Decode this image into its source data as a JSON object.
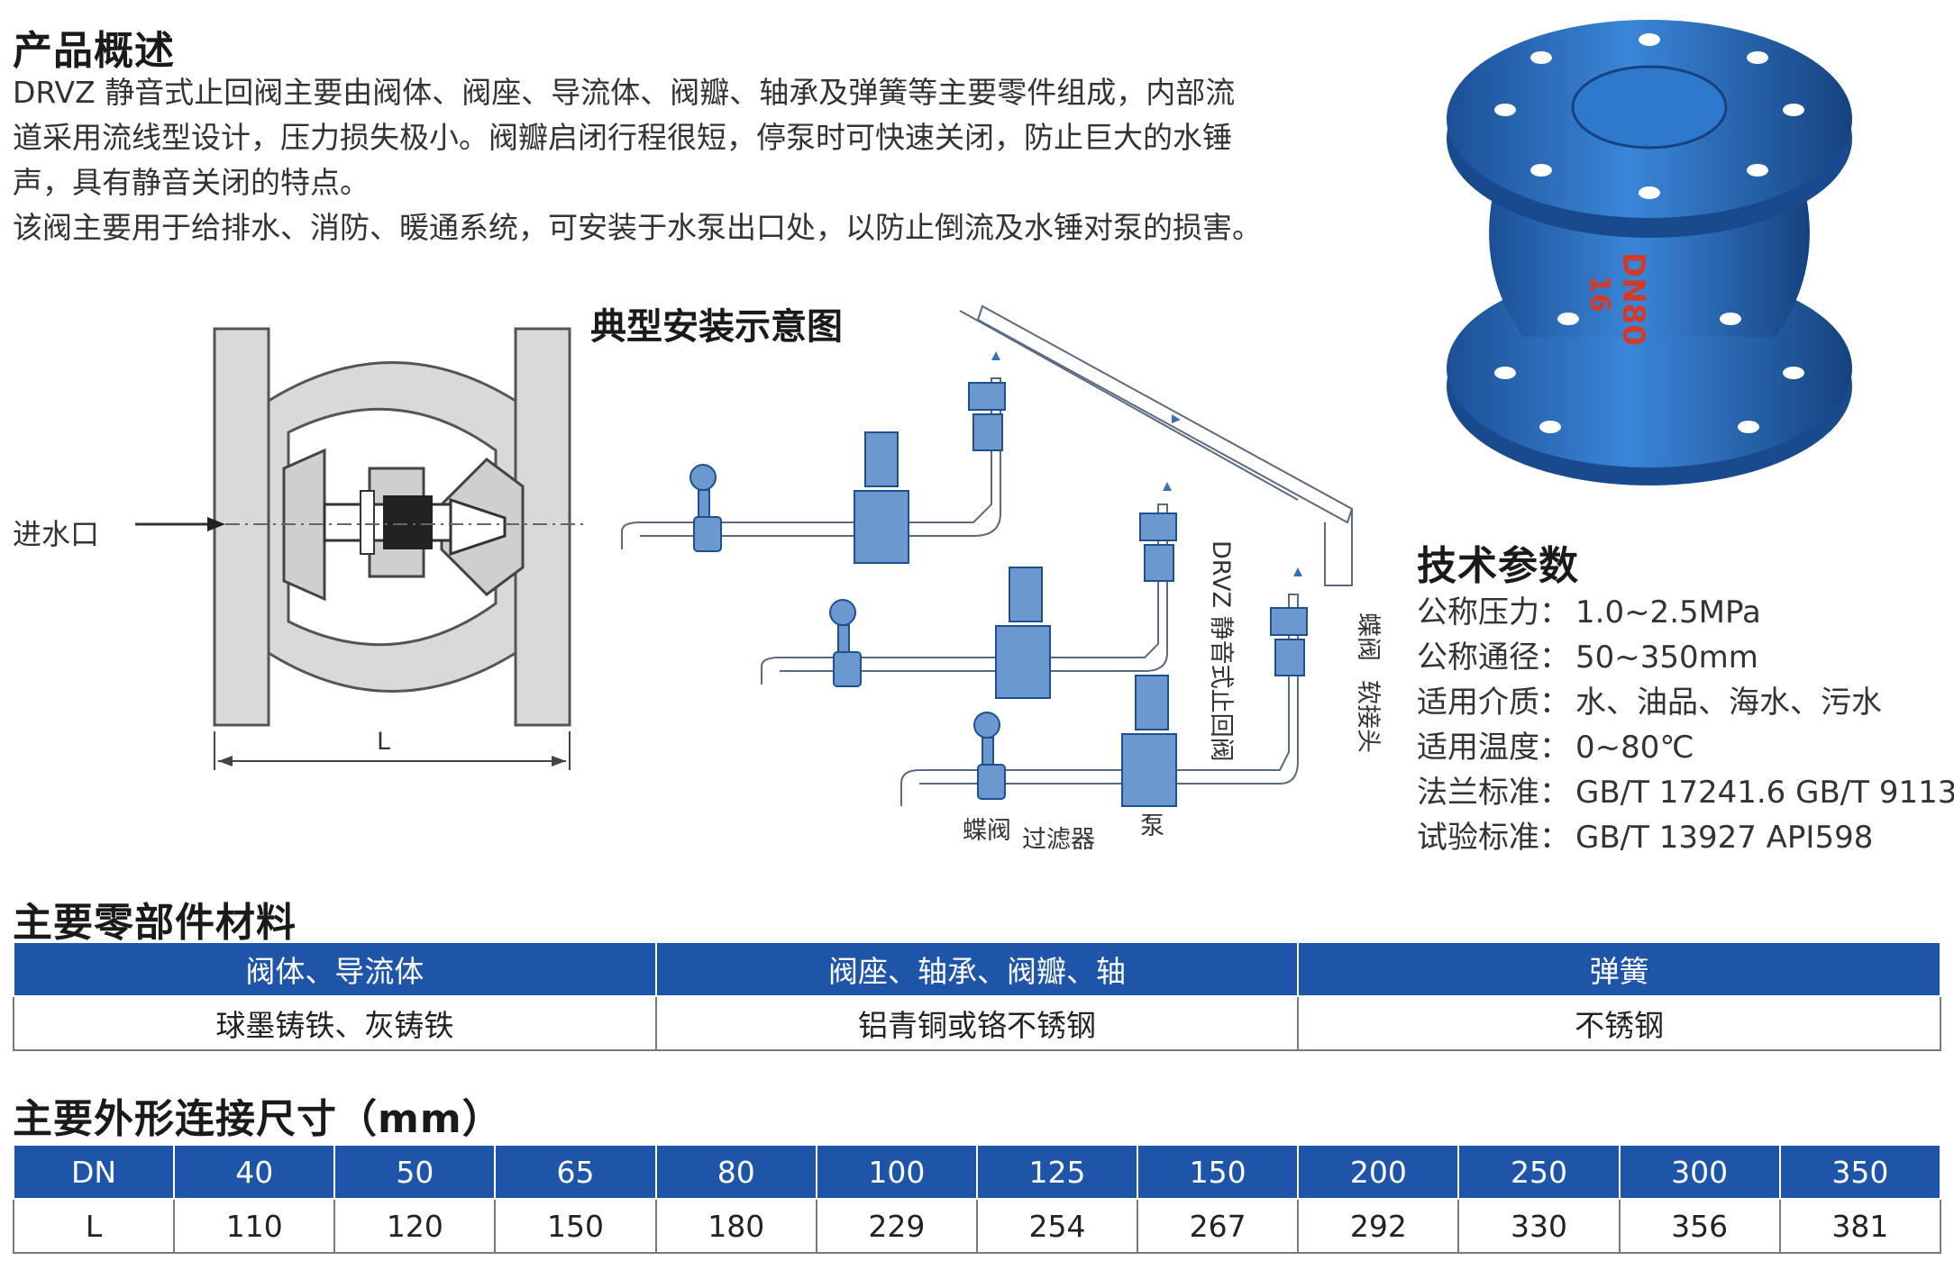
{
  "overview": {
    "heading": "产品概述",
    "lines": [
      "DRVZ 静音式止回阀主要由阀体、阀座、导流体、阀瓣、轴承及弹簧等主要零件组成，内部流",
      "道采用流线型设计，压力损失极小。阀瓣启闭行程很短，停泵时可快速关闭，防止巨大的水锤",
      "声，具有静音关闭的特点。",
      "该阀主要用于给排水、消防、暖通系统，可安装于水泵出口处，以防止倒流及水锤对泵的损害。"
    ]
  },
  "section_drawing": {
    "inlet_label": "进水口",
    "dim_label": "L"
  },
  "install_diagram": {
    "title": "典型安装示意图",
    "valve_label": "DRVZ 静音式止回阀",
    "soft_joint_label": "软接头",
    "butterfly_label_right": "蝶阀",
    "butterfly_label": "蝶阀",
    "filter_label": "过滤器",
    "pump_label": "泵"
  },
  "product_photo": {
    "marking_dn": "DN80",
    "marking_pn": "16"
  },
  "specs": {
    "heading": "技术参数",
    "rows": [
      {
        "key": "公称压力：",
        "value": "1.0~2.5MPa"
      },
      {
        "key": "公称通径：",
        "value": "50~350mm"
      },
      {
        "key": "适用介质：",
        "value": "水、油品、海水、污水"
      },
      {
        "key": "适用温度：",
        "value": "0~80℃"
      },
      {
        "key": "法兰标准：",
        "value": "GB/T 17241.6 GB/T 9113"
      },
      {
        "key": "试验标准：",
        "value": "GB/T 13927 API598"
      }
    ]
  },
  "materials": {
    "heading": "主要零部件材料",
    "headers": [
      "阀体、导流体",
      "阀座、轴承、阀瓣、轴",
      "弹簧"
    ],
    "values": [
      "球墨铸铁、灰铸铁",
      "铝青铜或铬不锈钢",
      "不锈钢"
    ]
  },
  "dimensions": {
    "heading": "主要外形连接尺寸（mm）",
    "dn_label": "DN",
    "l_label": "L",
    "dn": [
      "40",
      "50",
      "65",
      "80",
      "100",
      "125",
      "150",
      "200",
      "250",
      "300",
      "350"
    ],
    "l": [
      "110",
      "120",
      "150",
      "180",
      "229",
      "254",
      "267",
      "292",
      "330",
      "356",
      "381"
    ]
  },
  "colors": {
    "table_header": "#1f55a9",
    "valve_blue": "#2d72c4",
    "valve_marking": "#d23a2a"
  }
}
